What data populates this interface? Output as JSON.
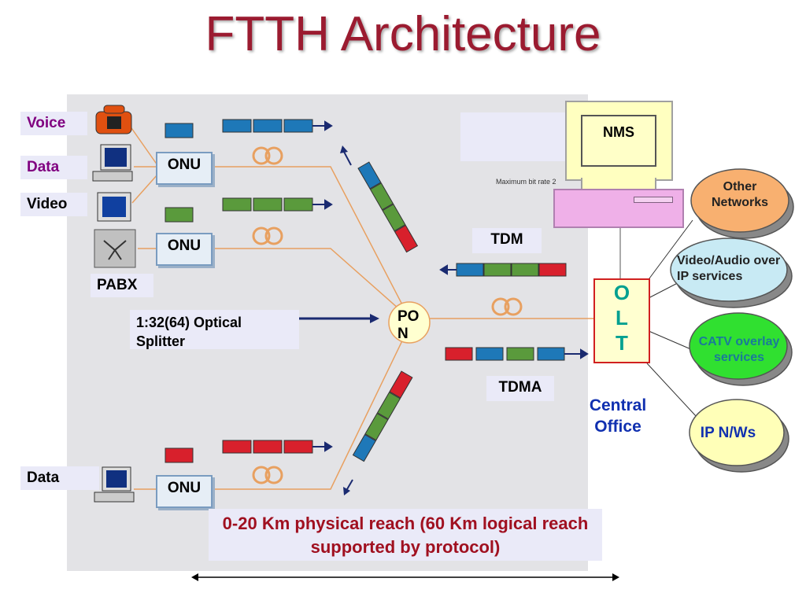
{
  "title": "FTTH Architecture",
  "inputs": {
    "voice": "Voice",
    "data": "Data",
    "video": "Video",
    "data2": "Data"
  },
  "onu_label": "ONU",
  "pabx": "PABX",
  "splitter": "1:32(64) Optical Splitter",
  "pon": "PO N",
  "tdm": "TDM",
  "tdma": "TDMA",
  "nms": "NMS",
  "maximum_bit_rate": "Maximum bit rate 2",
  "olt_letters": [
    "O",
    "L",
    "T"
  ],
  "central_office": "Central Office",
  "clouds": {
    "other": "Other Networks",
    "video": "Video/Audio over IP services",
    "catv": "CATV overlay services",
    "ip": "IP N/Ws"
  },
  "reach": "0-20 Km physical reach (60 Km logical reach supported by protocol)",
  "colors": {
    "title": "#9b1b30",
    "packet_blue": "#1e78b8",
    "packet_green": "#5a9a3c",
    "packet_red": "#d8202c",
    "fiber": "#e8a060"
  }
}
